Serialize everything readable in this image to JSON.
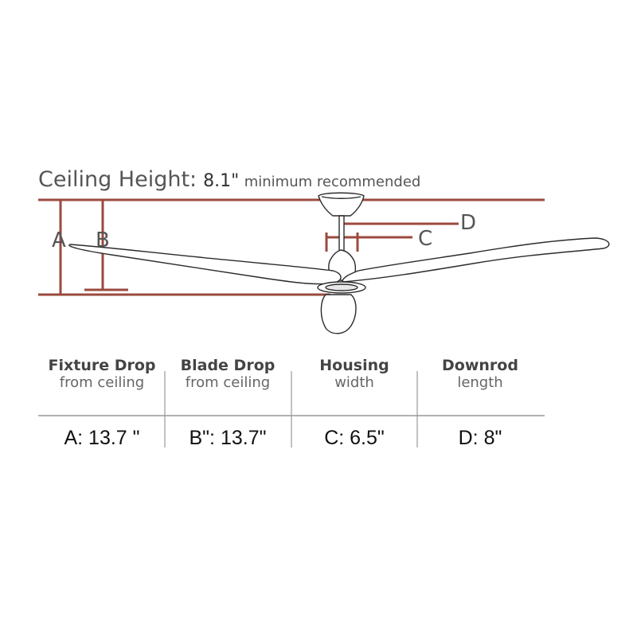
{
  "ceiling": {
    "label": "Ceiling Height:",
    "value": "8.1\"",
    "note": "minimum recommended"
  },
  "markers": {
    "a": "A",
    "b": "B",
    "c": "C",
    "d": "D"
  },
  "columns": [
    {
      "title": "Fixture Drop",
      "subtitle": "from ceiling",
      "value": "A: 13.7 \""
    },
    {
      "title": "Blade Drop",
      "subtitle": "from ceiling",
      "value": "B\": 13.7\""
    },
    {
      "title": "Housing",
      "subtitle": "width",
      "value": "C: 6.5\""
    },
    {
      "title": "Downrod",
      "subtitle": "length",
      "value": "D: 8\""
    }
  ],
  "colors": {
    "dimension_line": "#9b4a3f",
    "outline": "#2b2b2b",
    "table_rule": "#999999"
  }
}
